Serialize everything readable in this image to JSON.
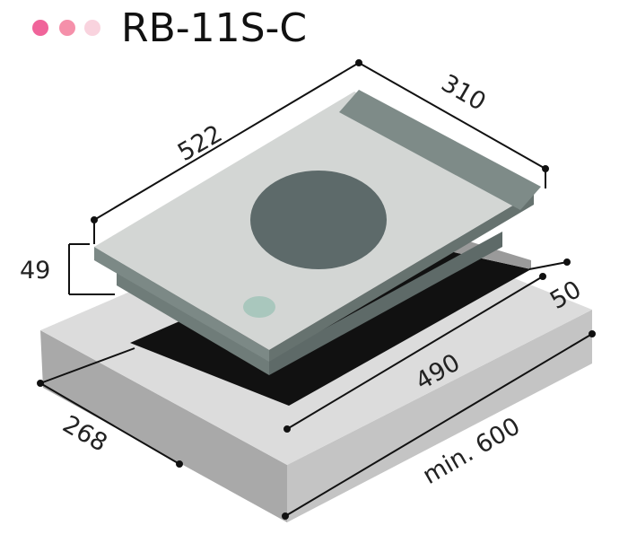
{
  "title": "RB-11S-C",
  "colors": {
    "dot1": "#f0649a",
    "dot2": "#f590aa",
    "dot3": "#f9d3de",
    "cooktop": "#d3d6d4",
    "edge": "#6f7c79",
    "zone": "#5d6a6a",
    "control": "#a9c7bd",
    "counter": "#dadada",
    "cutout": "#111111"
  },
  "dimensions": {
    "length": "522",
    "width": "310",
    "height": "49",
    "cutout_depth": "268",
    "cutout_length": "490",
    "margin": "50",
    "counter_width": "min. 600"
  }
}
